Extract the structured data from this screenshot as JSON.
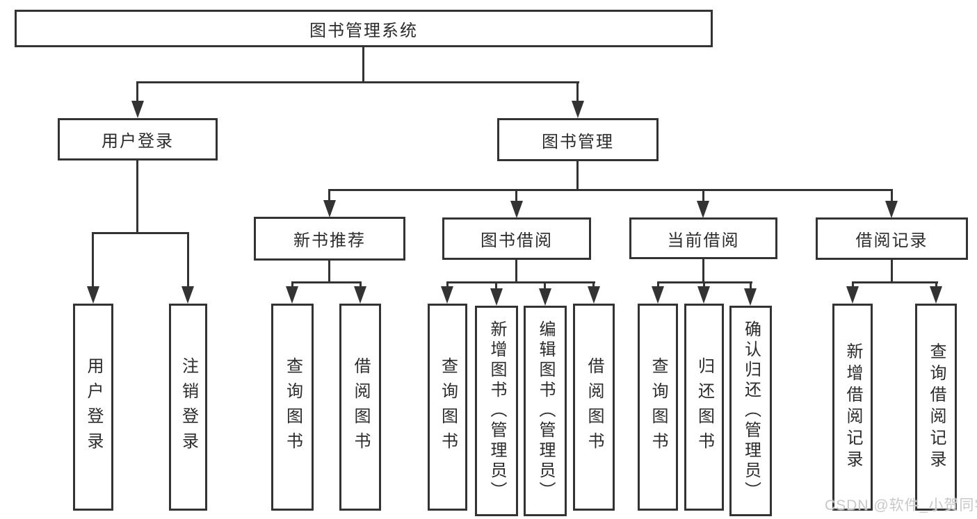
{
  "diagram_title": "图书管理系统",
  "tree": {
    "root": "图书管理系统",
    "branches": [
      {
        "label": "用户登录",
        "leaves": [
          "用户登录",
          "注销登录"
        ]
      },
      {
        "label": "图书管理",
        "groups": [
          {
            "label": "新书推荐",
            "leaves": [
              "查询图书",
              "借阅图书"
            ]
          },
          {
            "label": "图书借阅",
            "leaves": [
              "查询图书",
              "新增图书（管理员）",
              "编辑图书（管理员）",
              "借阅图书"
            ]
          },
          {
            "label": "当前借阅",
            "leaves": [
              "查询图书",
              "归还图书",
              "确认归还（管理员）"
            ]
          },
          {
            "label": "借阅记录",
            "leaves": [
              "新增借阅记录",
              "查询借阅记录"
            ]
          }
        ]
      }
    ]
  },
  "watermark": "CSDN @软件_小贺同学",
  "colors": {
    "line": "#333333",
    "text": "#2b2b2b",
    "watermark": "#c8c8c8",
    "background": "#ffffff"
  }
}
